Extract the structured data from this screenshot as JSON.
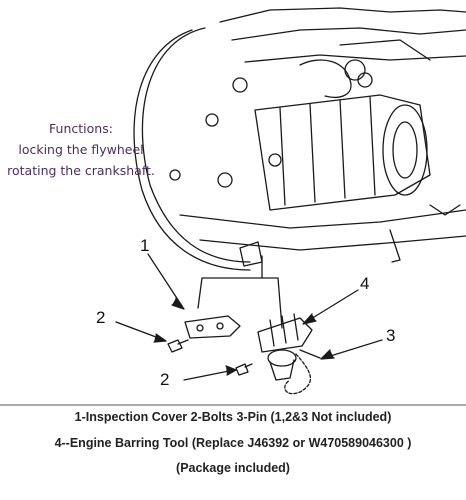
{
  "functions": {
    "heading": "Functions:",
    "line1": "locking the flywheel",
    "line2": "rotating the crankshaft."
  },
  "callouts": {
    "c1": "1",
    "c2a": "2",
    "c2b": "2",
    "c3": "3",
    "c4": "4"
  },
  "legend": {
    "line1": "1-Inspection Cover   2-Bolts    3-Pin    (1,2&3 Not included)",
    "line2": "4--Engine Barring Tool (Replace J46392 or W470589046300 )",
    "line3": "(Package included)"
  },
  "colors": {
    "functions_text": "#4a2e63",
    "line_art": "#1a1a1a",
    "legend_text": "#222222"
  }
}
